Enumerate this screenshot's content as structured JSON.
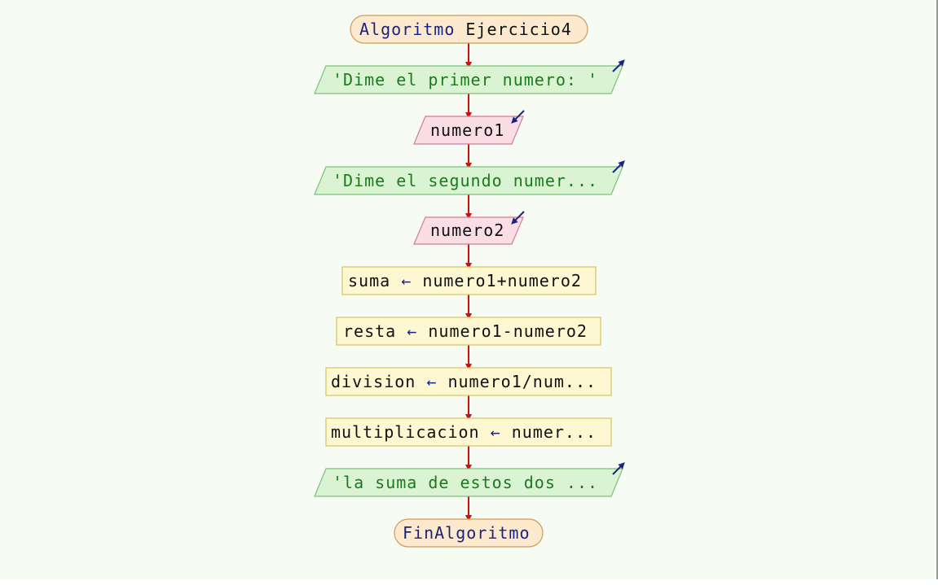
{
  "diagram": {
    "start": {
      "keyword": "Algoritmo",
      "name": "Ejercicio4"
    },
    "steps": [
      {
        "kind": "output",
        "text": "'Dime el primer numero: '"
      },
      {
        "kind": "input",
        "text": "numero1"
      },
      {
        "kind": "output",
        "text": "'Dime el segundo numer..."
      },
      {
        "kind": "input",
        "text": "numero2"
      },
      {
        "kind": "assign",
        "target": "suma",
        "arrow": "←",
        "expr": "numero1+numero2"
      },
      {
        "kind": "assign",
        "target": "resta",
        "arrow": "←",
        "expr": "numero1-numero2"
      },
      {
        "kind": "assign",
        "target": "division",
        "arrow": "←",
        "expr": "numero1/num..."
      },
      {
        "kind": "assign",
        "target": "multiplicacion",
        "arrow": "←",
        "expr": "numer..."
      },
      {
        "kind": "output",
        "text": "'la suma de estos dos ..."
      }
    ],
    "end": {
      "label": "FinAlgoritmo"
    }
  },
  "colors": {
    "terminal_fill": "#fde9cd",
    "terminal_stroke": "#d09a55",
    "output_fill": "#d9f3d3",
    "output_stroke": "#7cc07c",
    "input_fill": "#fbdde6",
    "input_stroke": "#d17a99",
    "process_fill": "#fdf7d2",
    "process_stroke": "#d6c45e",
    "connector": "#cc1111",
    "keyword": "#1a237e",
    "string": "#1c7a1c"
  }
}
